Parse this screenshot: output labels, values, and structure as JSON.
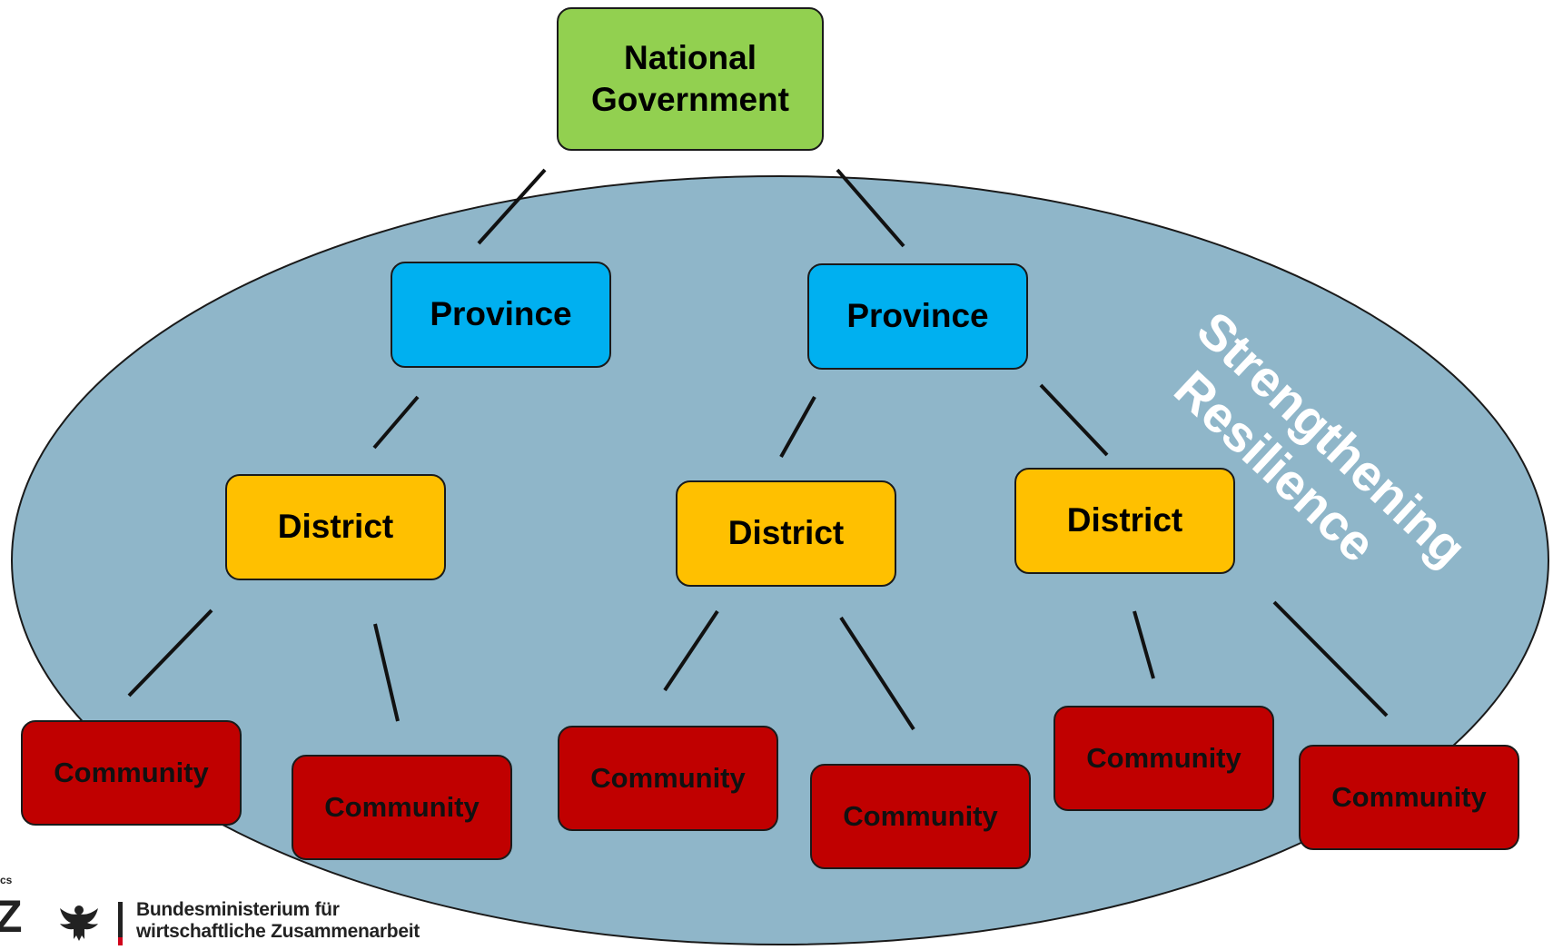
{
  "diagram": {
    "national": {
      "label_line1": "National",
      "label_line2": "Government",
      "color": "#92d050"
    },
    "provinces": [
      {
        "label": "Province",
        "color": "#00b0f0"
      },
      {
        "label": "Province",
        "color": "#00b0f0"
      }
    ],
    "districts": [
      {
        "label": "District",
        "color": "#ffc000"
      },
      {
        "label": "District",
        "color": "#ffc000"
      },
      {
        "label": "District",
        "color": "#ffc000"
      }
    ],
    "communities": [
      {
        "label": "Community",
        "color": "#c00000"
      },
      {
        "label": "Community",
        "color": "#c00000"
      },
      {
        "label": "Community",
        "color": "#c00000"
      },
      {
        "label": "Community",
        "color": "#c00000"
      },
      {
        "label": "Community",
        "color": "#c00000"
      },
      {
        "label": "Community",
        "color": "#c00000"
      }
    ],
    "ellipse_color": "#8fb6c9",
    "ellipse_label": {
      "line1": "Strengthening",
      "line2": "Resilience"
    }
  },
  "footer": {
    "logo_top": "cs",
    "logo_giz": "Z",
    "ministry_line1": "Bundesministerium für",
    "ministry_line2": "wirtschaftliche Zusammenarbeit",
    "eagle_icon": "federal-eagle-icon"
  }
}
